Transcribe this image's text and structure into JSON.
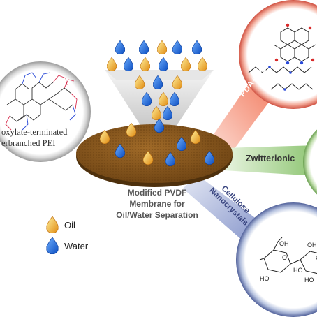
{
  "circles": {
    "pei_label_line1": "oxylate-terminated",
    "pei_label_line2": "erbranched PEI"
  },
  "membrane": {
    "label_line1": "Modified PVDF",
    "label_line2": "Membrane for",
    "label_line3": "Oil/Water Separation"
  },
  "modifications": {
    "pda_pei": "PDA+PEI",
    "zwitterionic": "Zwitterionic",
    "cellulose_line1": "Cellulose",
    "cellulose_line2": "Nanocrystals"
  },
  "legend": {
    "oil_label": "Oil",
    "water_label": "Water"
  },
  "chem_labels": {
    "oh1": "OH",
    "oh2": "OH",
    "ho1": "HO",
    "ho2": "HO",
    "ho3": "HO",
    "o1": "O",
    "o2": "O"
  },
  "colors": {
    "oil": "#f0a020",
    "water": "#1565d8",
    "membrane": "#8a5a1e",
    "pda_ribbon": "#f07050",
    "zwitter_ribbon": "#88c070",
    "cellulose_ribbon": "#8aa0d0"
  }
}
